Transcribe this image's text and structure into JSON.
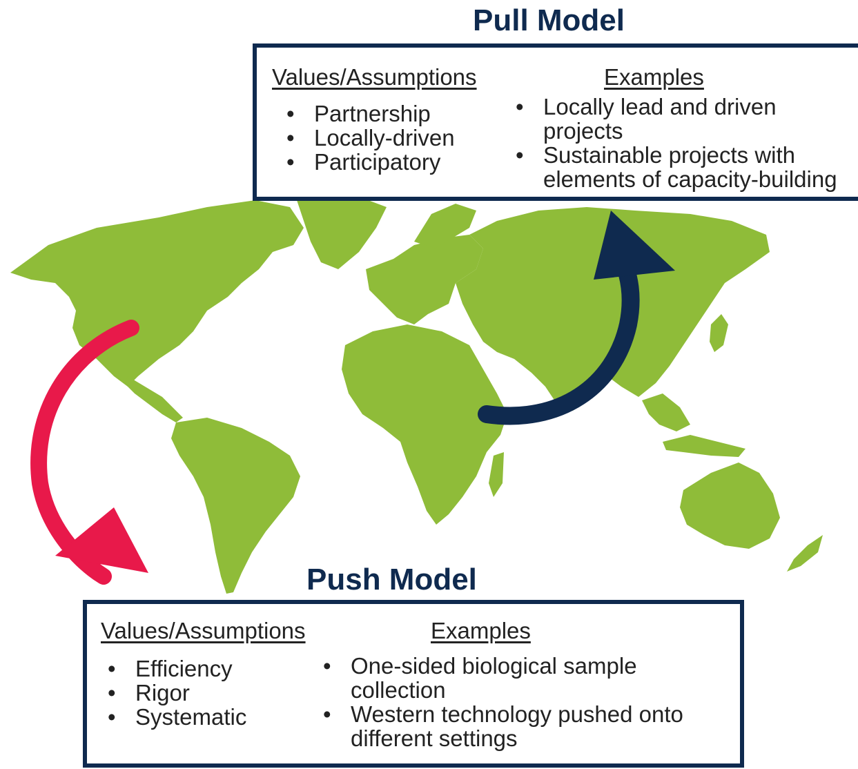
{
  "pull_model": {
    "title": "Pull Model",
    "values_heading": "Values/Assumptions",
    "examples_heading": "Examples",
    "values": [
      "Partnership",
      "Locally-driven",
      "Participatory"
    ],
    "examples": [
      "Locally lead and driven projects",
      "Sustainable projects with elements of capacity-building"
    ]
  },
  "push_model": {
    "title": "Push Model",
    "values_heading": "Values/Assumptions",
    "examples_heading": "Examples",
    "values": [
      "Efficiency",
      "Rigor",
      "Systematic"
    ],
    "examples": [
      "One-sided biological sample collection",
      "Western technology pushed onto different settings"
    ]
  },
  "colors": {
    "land": "#8fbc39",
    "navy": "#0f2a4f",
    "push_arrow": "#e8194a"
  }
}
